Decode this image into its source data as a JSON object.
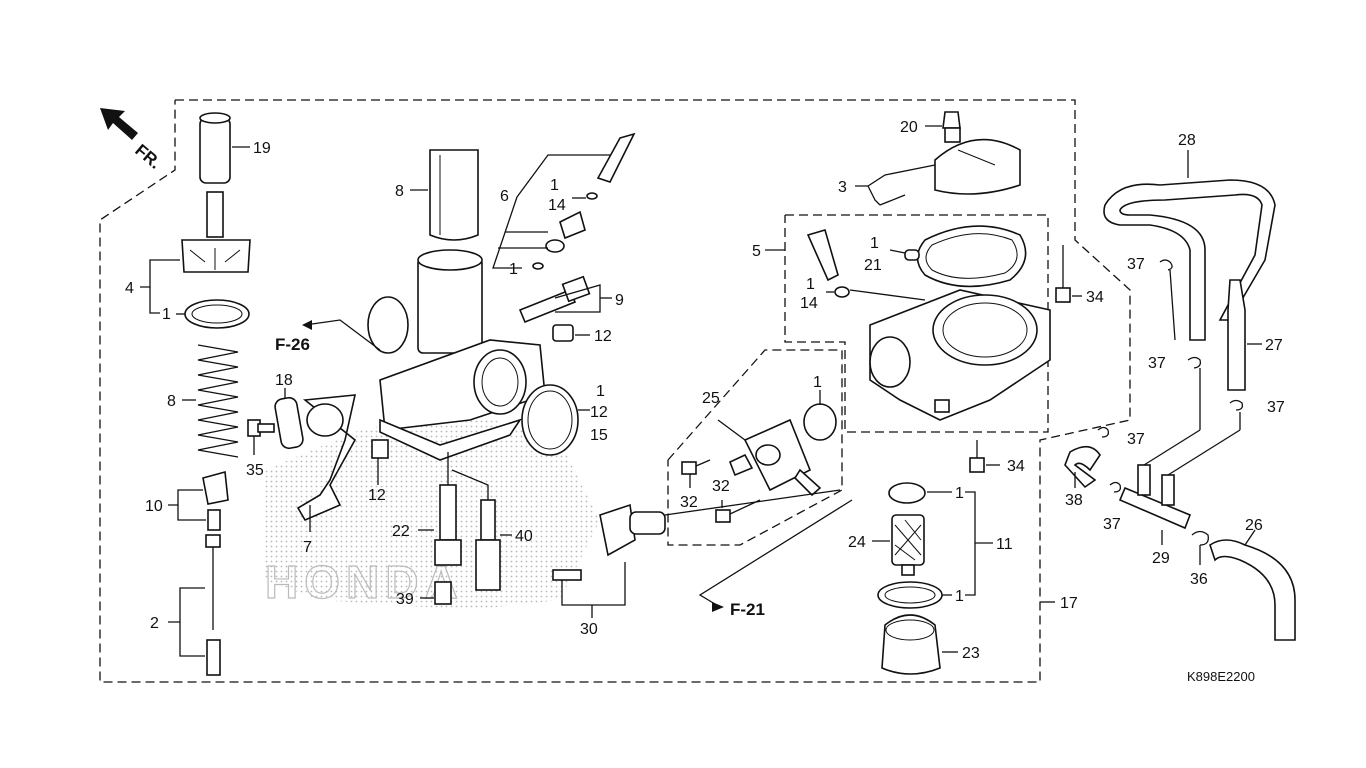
{
  "diagram": {
    "code": "K898E2200",
    "front_marker": "FR.",
    "refs": {
      "f26": "F-26",
      "f21": "F-21"
    },
    "watermark": "HONDA",
    "labels": {
      "n19": "19",
      "n4": "4",
      "n1_left": "1",
      "n8_spring": "8",
      "n10": "10",
      "n2": "2",
      "n8_slide": "8",
      "n6": "6",
      "n1_a": "1",
      "n14_a": "14",
      "n1_b": "1",
      "n9": "9",
      "n12_a": "12",
      "n18": "18",
      "n35": "35",
      "n7": "7",
      "n12_b": "12",
      "n1_c": "1",
      "n12_c": "12",
      "n15": "15",
      "n22": "22",
      "n40": "40",
      "n39": "39",
      "n25": "25",
      "n1_d": "1",
      "n32_a": "32",
      "n32_b": "32",
      "n30": "30",
      "n20": "20",
      "n3": "3",
      "n5": "5",
      "n1_e": "1",
      "n21": "21",
      "n1_f": "1",
      "n14_b": "14",
      "n34_a": "34",
      "n34_b": "34",
      "n1_g": "1",
      "n11": "11",
      "n24": "24",
      "n1_h": "1",
      "n23": "23",
      "n17": "17",
      "n28": "28",
      "n37_a": "37",
      "n37_b": "37",
      "n37_c": "37",
      "n37_d": "37",
      "n37_e": "37",
      "n27": "27",
      "n38": "38",
      "n29": "29",
      "n36": "36",
      "n26": "26"
    }
  }
}
